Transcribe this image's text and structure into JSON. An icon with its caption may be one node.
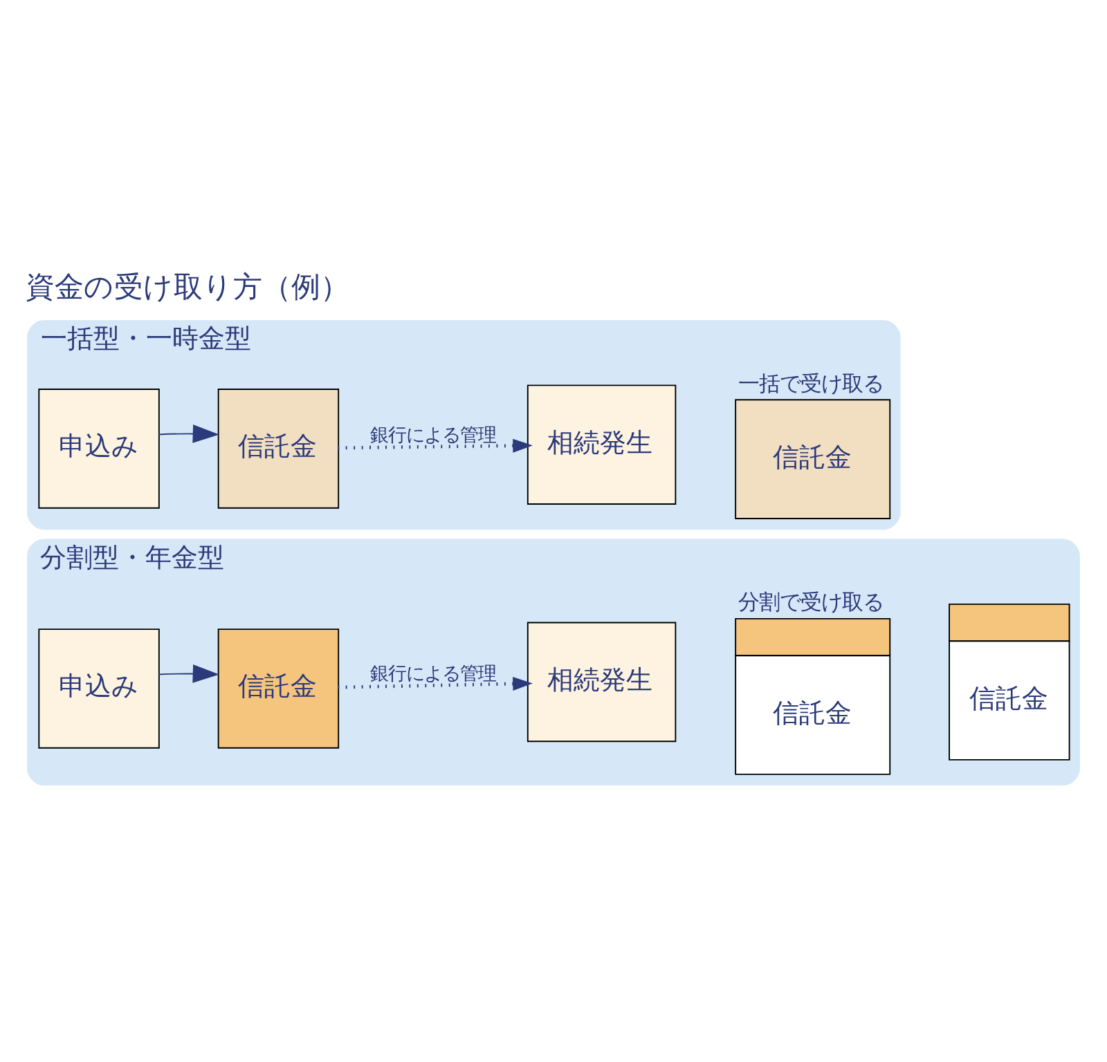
{
  "diagram": {
    "title": "資金の受け取り方（例）",
    "nodes": [
      {
        "text": [
          "一括型・一時金型"
        ]
      },
      {
        "text": [
          "申込み"
        ],
        "in": 0
      },
      {
        "text": [
          "信託金"
        ],
        "in": 0
      },
      {
        "text": [
          "相続発生"
        ],
        "in": 0
      },
      {
        "text": [
          "信託金"
        ],
        "in": 0,
        "beside": [
          "一括で受け取る"
        ]
      },
      {
        "text": [
          "分割型・年金型"
        ]
      },
      {
        "text": [
          "申込み"
        ],
        "in": 5
      },
      {
        "text": [
          "信託金"
        ],
        "in": 5
      },
      {
        "text": [
          "相続発生"
        ],
        "in": 5
      },
      {
        "text": [
          "信託金"
        ],
        "in": 5,
        "beside": [
          "分割で受け取る"
        ]
      },
      {
        "text": [
          "信託金"
        ],
        "in": 5
      }
    ],
    "edges": [
      {
        "from": 1,
        "to": 2,
        "arrow": "to"
      },
      {
        "from": 2,
        "to": 3,
        "arrow": "to",
        "label": "銀行による管理",
        "style": "dashed"
      },
      {
        "from": 6,
        "to": 7,
        "arrow": "to"
      },
      {
        "from": 7,
        "to": 8,
        "arrow": "to",
        "label": "銀行による管理",
        "style": "dashed"
      }
    ]
  }
}
